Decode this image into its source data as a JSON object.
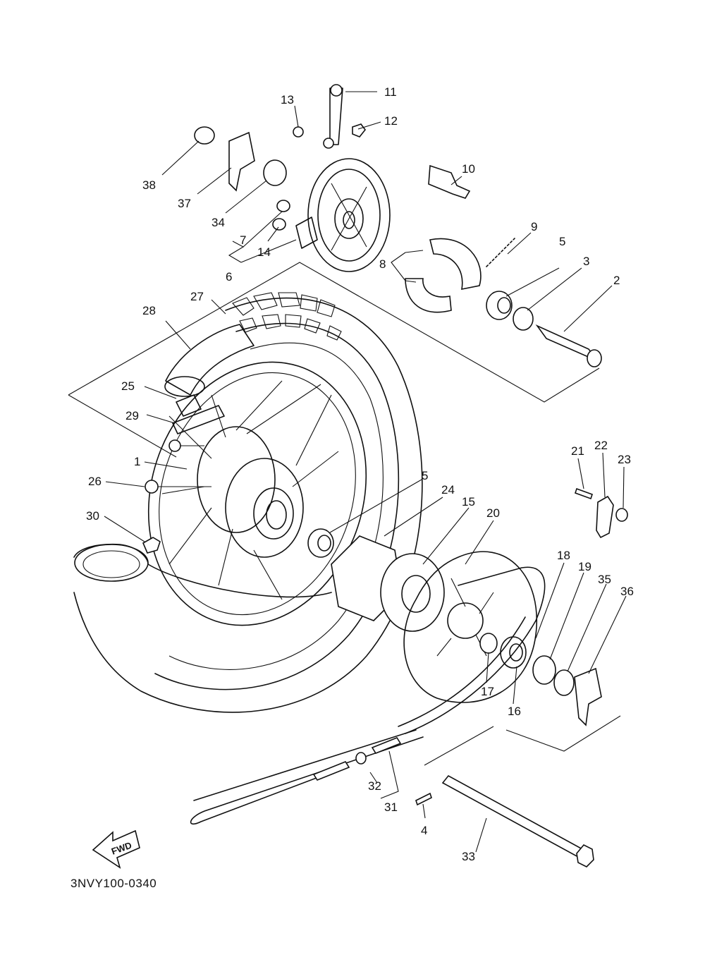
{
  "diagram": {
    "drawing_code": "3NVY100-0340",
    "direction_label": "FWD",
    "callouts": [
      "1",
      "2",
      "3",
      "4",
      "5",
      "5",
      "6",
      "7",
      "8",
      "9",
      "10",
      "11",
      "12",
      "13",
      "14",
      "15",
      "16",
      "17",
      "18",
      "19",
      "20",
      "21",
      "22",
      "23",
      "24",
      "25",
      "26",
      "27",
      "28",
      "29",
      "30",
      "31",
      "32",
      "33",
      "34",
      "35",
      "36",
      "37",
      "38"
    ]
  }
}
